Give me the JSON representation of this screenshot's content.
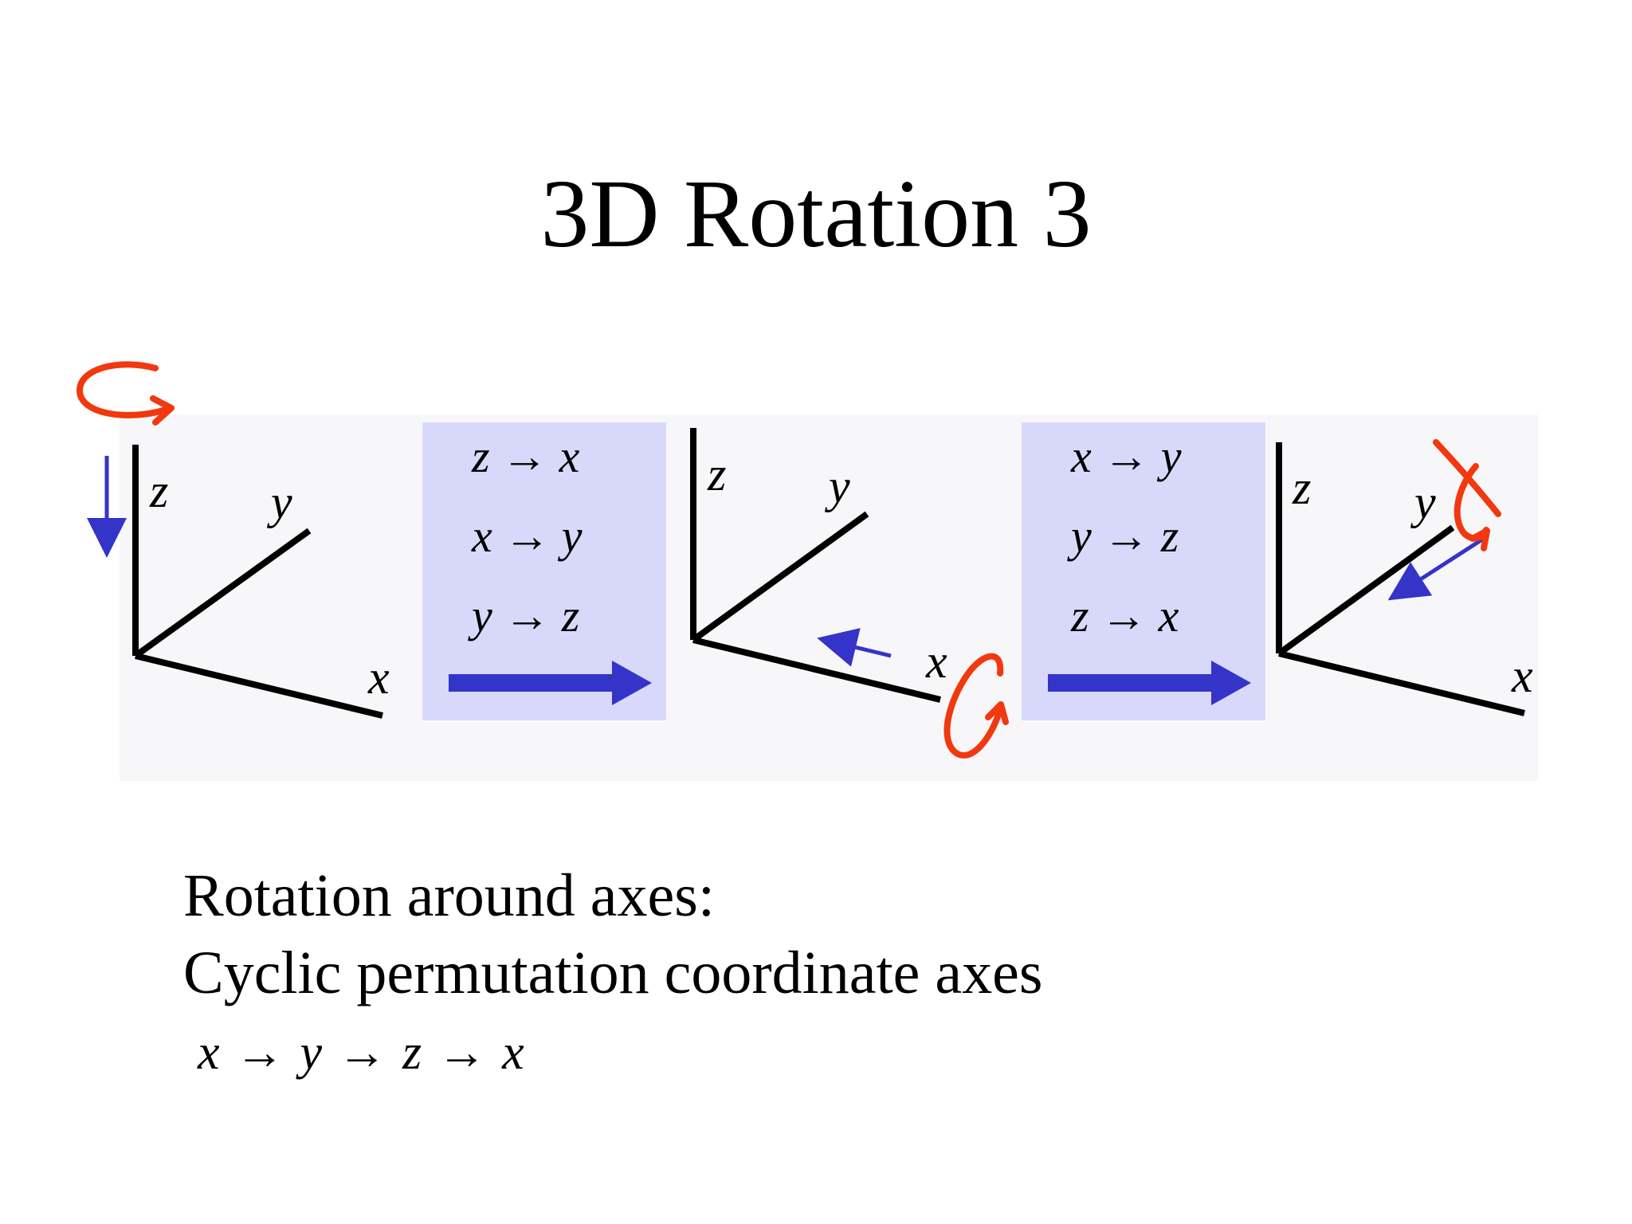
{
  "slide": {
    "title": "3D Rotation 3",
    "caption_line_1": "Rotation around axes:",
    "caption_line_2": "Cyclic permutation coordinate axes",
    "cycle": "x → y → z → x"
  },
  "axes_labels": {
    "x": "x",
    "y": "y",
    "z": "z"
  },
  "mapping_box_1": {
    "lines": [
      "z → x",
      "x → y",
      "y → z"
    ]
  },
  "mapping_box_2": {
    "lines": [
      "x → y",
      "y → z",
      "z → x"
    ]
  },
  "colors": {
    "axis": "#000000",
    "box_fill": "#d8d9fa",
    "arrow_blue": "#3434c8",
    "rotation_red": "#f2380f",
    "background_tint": "#f7f7f9"
  }
}
